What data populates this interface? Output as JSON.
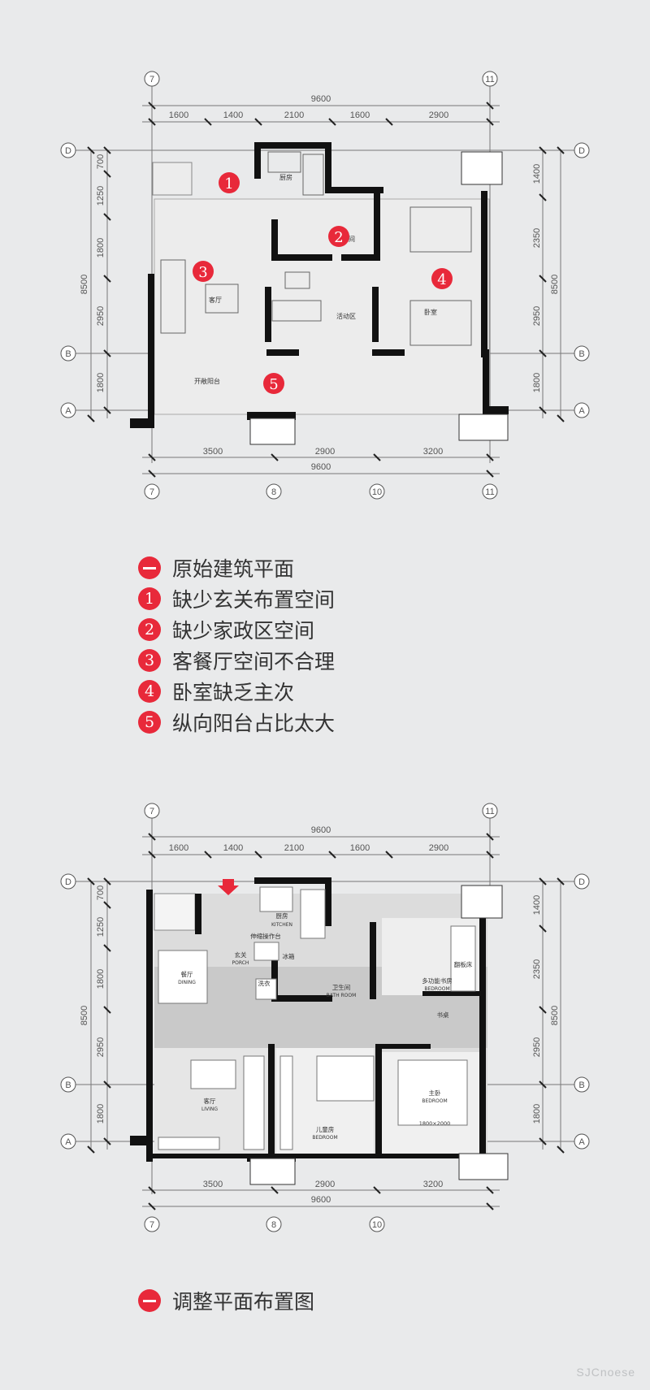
{
  "plan1": {
    "axis_labels": {
      "top_left": "7",
      "top_right": "11",
      "bottom": [
        "7",
        "8",
        "10",
        "11"
      ],
      "row_d": "D",
      "row_b": "B",
      "row_a": "A"
    },
    "top_dims": [
      "1600",
      "1400",
      "2100",
      "1600",
      "2900"
    ],
    "top_total": "9600",
    "left_dims": [
      "700",
      "1250",
      "1800",
      "2950",
      "1800"
    ],
    "left_total": "8500",
    "right_dims": [
      "1400",
      "2350",
      "2950",
      "1800"
    ],
    "right_total": "8500",
    "bottom_dims": [
      "3500",
      "2900",
      "3200"
    ],
    "bottom_total": "9600",
    "rooms": {
      "kitchen": "厨房",
      "bath": "卫生间",
      "living": "客厅",
      "activity": "活动区",
      "bedroom": "卧室",
      "balcony": "开敞阳台"
    },
    "markers": [
      "1",
      "2",
      "3",
      "4",
      "5"
    ]
  },
  "legend1": [
    {
      "badge": "",
      "text": "原始建筑平面"
    },
    {
      "badge": "1",
      "text": "缺少玄关布置空间"
    },
    {
      "badge": "2",
      "text": "缺少家政区空间"
    },
    {
      "badge": "3",
      "text": "客餐厅空间不合理"
    },
    {
      "badge": "4",
      "text": "卧室缺乏主次"
    },
    {
      "badge": "5",
      "text": "纵向阳台占比太大"
    }
  ],
  "plan2": {
    "axis_labels": {
      "top_left": "7",
      "top_right": "11",
      "bottom": [
        "7",
        "8",
        "10"
      ],
      "row_d": "D",
      "row_b": "B",
      "row_a": "A"
    },
    "top_dims": [
      "1600",
      "1400",
      "2100",
      "1600",
      "2900"
    ],
    "top_total": "9600",
    "left_dims": [
      "700",
      "1250",
      "1800",
      "2950",
      "1800"
    ],
    "left_total": "8500",
    "right_dims": [
      "1400",
      "2350",
      "2950",
      "1800"
    ],
    "right_total": "8500",
    "bottom_dims": [
      "3500",
      "2900",
      "3200"
    ],
    "bottom_total": "9600",
    "rooms": {
      "kitchen": "厨房",
      "kitchen_en": "KITCHEN",
      "counter": "伸缩操作台",
      "fridge": "冰箱",
      "porch": "玄关",
      "porch_en": "PORCH",
      "dining": "餐厅",
      "dining_en": "DINING",
      "laundry": "洗衣",
      "bath": "卫生间",
      "bath_en": "BATH ROOM",
      "multi": "多功能书房",
      "multi_en": "BEDROOM",
      "flipbed": "翻板床",
      "desk": "书桌",
      "living": "客厅",
      "living_en": "LIVING",
      "kids": "儿童房",
      "kids_en": "BEDROOM",
      "master": "主卧",
      "master_en": "BEDROOM",
      "bedsize": "1800×2000"
    }
  },
  "legend2": [
    {
      "badge": "",
      "text": "调整平面布置图"
    }
  ],
  "watermark": "SJCnoese",
  "colors": {
    "accent": "#e8293a",
    "wall": "#111111",
    "floor": "#c9c9c9"
  }
}
